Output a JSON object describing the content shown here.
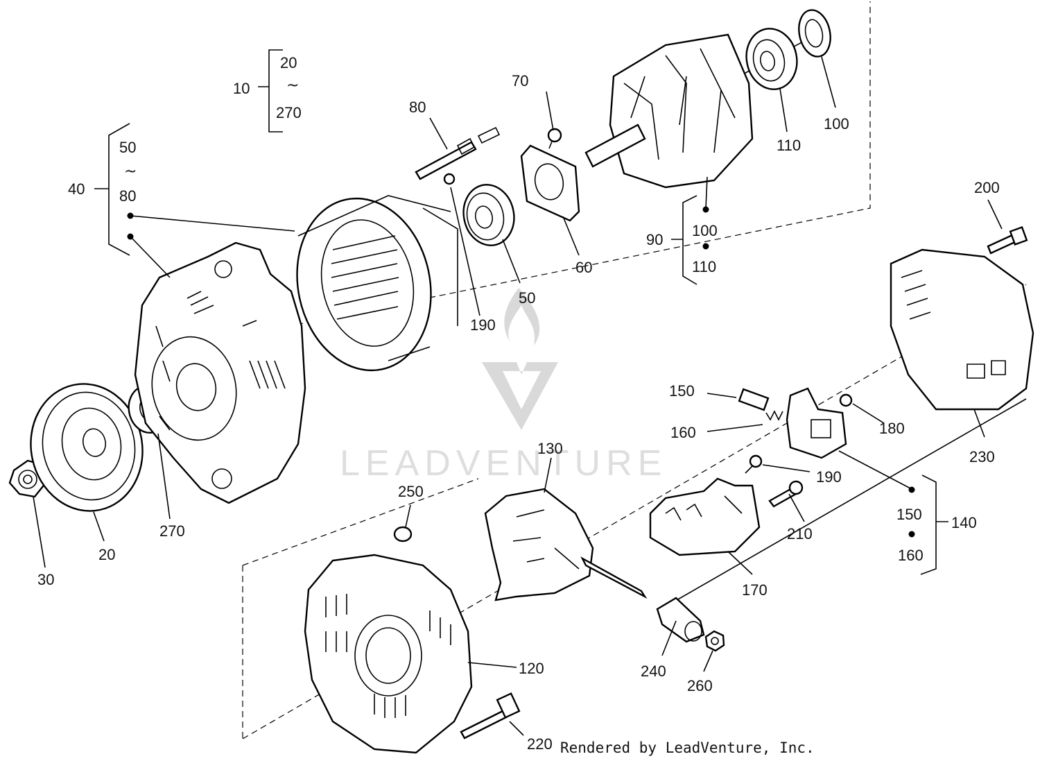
{
  "labels": {
    "p10": "10",
    "p20": "20",
    "p20b": "20",
    "p30": "30",
    "p40": "40",
    "p50": "50",
    "p50b": "50",
    "p60": "60",
    "p70": "70",
    "p80": "80",
    "p80b": "80",
    "p90": "90",
    "p100": "100",
    "p100b": "100",
    "p110": "110",
    "p110b": "110",
    "p120": "120",
    "p130": "130",
    "p140": "140",
    "p150": "150",
    "p150b": "150",
    "p160": "160",
    "p160b": "160",
    "p170": "170",
    "p180": "180",
    "p190": "190",
    "p190b": "190",
    "p200": "200",
    "p210": "210",
    "p220": "220",
    "p230": "230",
    "p240": "240",
    "p250": "250",
    "p260": "260",
    "p270": "270",
    "p270b": "270",
    "range_symbol": "~"
  },
  "watermark": {
    "text": "LEADVENTURE"
  },
  "credit": "Rendered by LeadVenture, Inc.",
  "colors": {
    "ink": "#000000",
    "watermark": "#d9d9d9",
    "background": "#ffffff"
  }
}
